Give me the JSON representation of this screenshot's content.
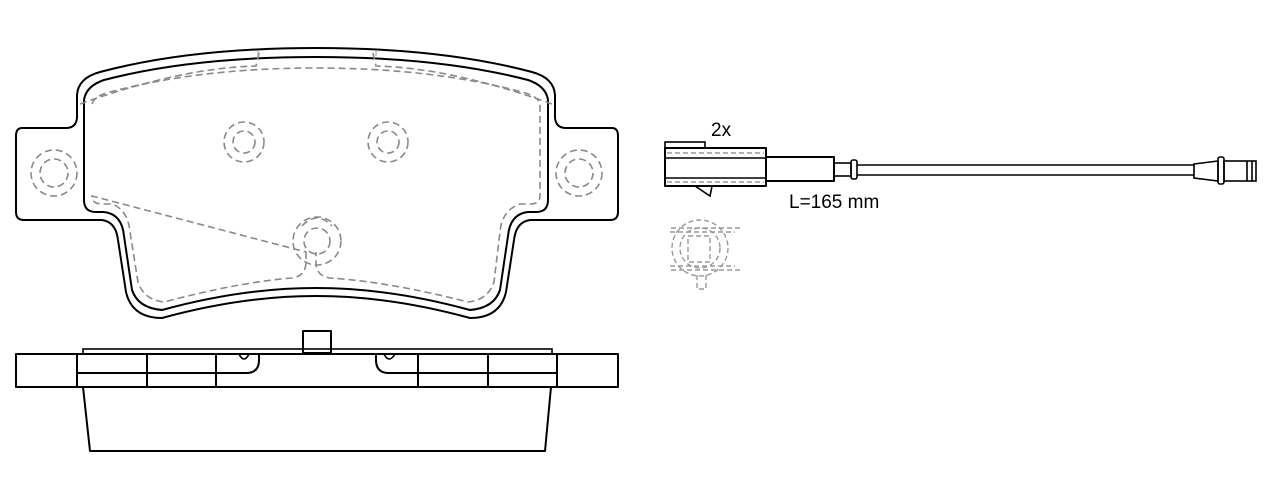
{
  "drawing": {
    "type": "technical-drawing",
    "subject": "brake pad set with wear sensor",
    "sensor": {
      "quantity_label": "2x",
      "length_label": "L=165 mm"
    },
    "colors": {
      "outline": "#000000",
      "hidden_lines": "#8a8a8a",
      "background": "#ffffff"
    }
  }
}
